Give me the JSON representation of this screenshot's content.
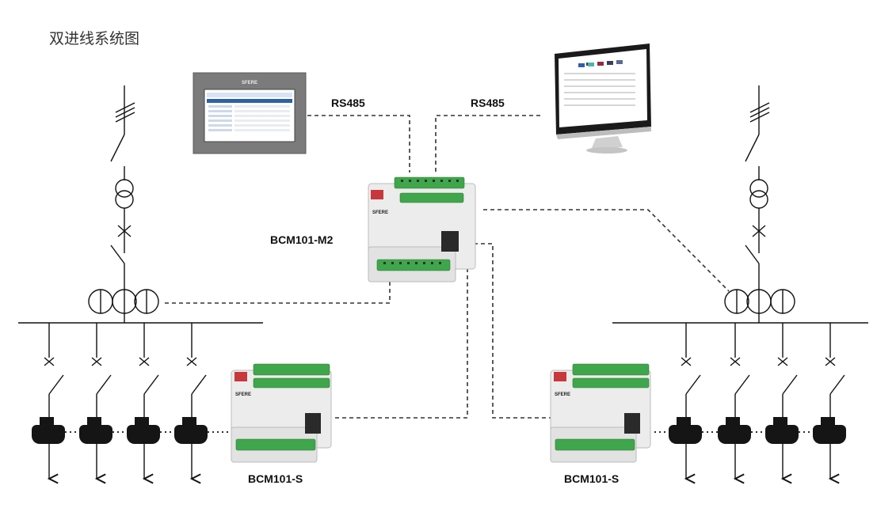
{
  "title": "双进线系统图",
  "links": {
    "left_label": "RS485",
    "right_label": "RS485"
  },
  "devices": {
    "master": {
      "label": "BCM101-M2"
    },
    "slave_left": {
      "label": "BCM101-S"
    },
    "slave_right": {
      "label": "BCM101-S"
    }
  },
  "hmi": {
    "brand": "SFERE"
  },
  "device_brand": "SFERE",
  "colors": {
    "terminal_green": "#3fa64b",
    "module_body": "#ececec",
    "dashed_line": "#333333",
    "hmi_frame": "#7b7b7b"
  }
}
